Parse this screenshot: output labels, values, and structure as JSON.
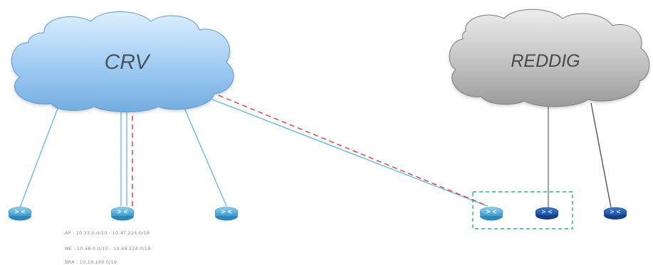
{
  "clouds": {
    "crv": {
      "label": "CRV",
      "color_top": "#d9ecfb",
      "color_bottom": "#7fb6e8",
      "edge": "#5d9bd3"
    },
    "reddig": {
      "label": "REDDIG",
      "color_top": "#e6e6e6",
      "color_bottom": "#9a9a9a",
      "edge": "#7c7c7c"
    }
  },
  "routers": [
    {
      "id": "crv-router-1",
      "style": "light"
    },
    {
      "id": "crv-router-2",
      "style": "light"
    },
    {
      "id": "crv-router-3",
      "style": "light"
    },
    {
      "id": "edge-router-crv",
      "style": "light"
    },
    {
      "id": "edge-router-reddig",
      "style": "dark"
    },
    {
      "id": "reddig-router",
      "style": "dark"
    }
  ],
  "routes": [
    "AP : 10.33.0.0/10  -  10.47.224.0/18",
    "ME : 10.48.0.0/10  -  10.49.224.0/18",
    "BRA : 10.19.160.0/19"
  ],
  "colors": {
    "link_blue": "#5fb8e0",
    "link_gray": "#6e6e6e",
    "tunnel_red": "#e03a3a",
    "group_box": "#2bb673"
  }
}
